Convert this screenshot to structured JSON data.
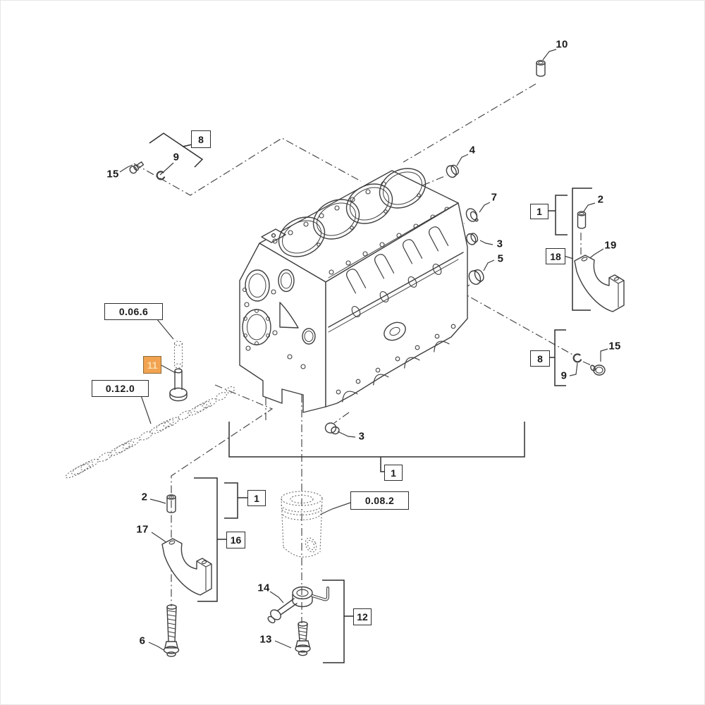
{
  "diagram": {
    "type": "exploded-parts-diagram",
    "subject": "engine block assembly",
    "colors": {
      "line": "#3f3f3f",
      "dash_line": "#4a4a4a",
      "phantom_line": "#6b6b6b",
      "highlight_fill": "#f2a351",
      "highlight_border": "#8d6a33",
      "highlight_text": "#f9ddae",
      "text": "#1b1b1b",
      "box_border": "#2e2e2e",
      "background": "#ffffff"
    },
    "part_callouts": {
      "p10": "10",
      "p15_upper": "15",
      "p9_upper": "9",
      "p4": "4",
      "p7": "7",
      "p3_side": "3",
      "p5": "5",
      "p2_upper_right": "2",
      "p19": "19",
      "p15_right": "15",
      "p9_right": "9",
      "p3_lower": "3",
      "p2_lower_left": "2",
      "p17": "17",
      "p6": "6",
      "p14": "14",
      "p13": "13"
    },
    "group_boxes": {
      "top_left_8": "8",
      "right_1": "1",
      "right_18": "18",
      "right_8": "8",
      "bottom_1": "1",
      "lower_left_1": "1",
      "lower_left_16": "16",
      "lower_mid_12": "12"
    },
    "highlighted_part": {
      "label": "11",
      "selected": true
    },
    "reference_boxes": {
      "ref_a": "0.06.6",
      "ref_b": "0.12.0",
      "ref_c": "0.08.2"
    }
  }
}
